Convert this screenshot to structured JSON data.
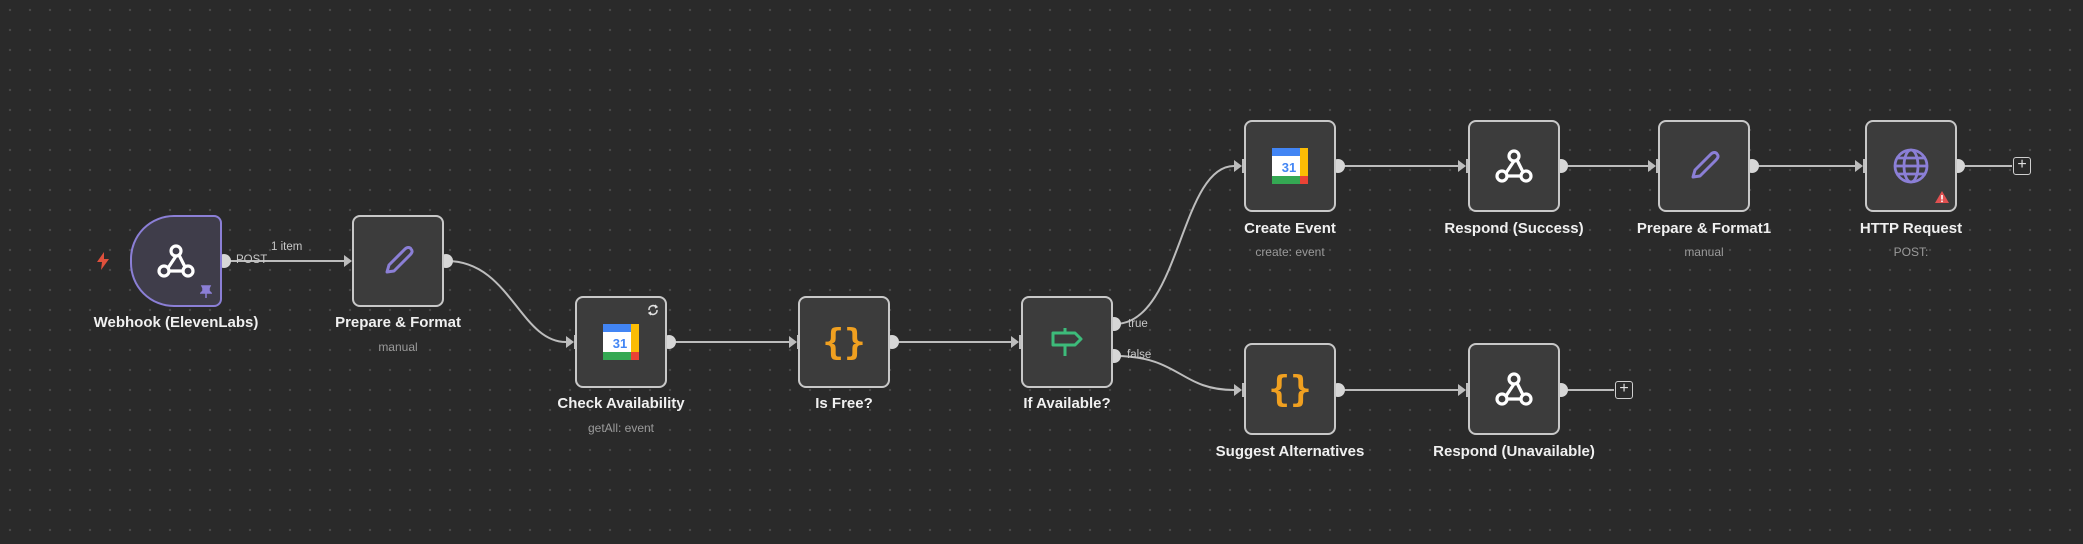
{
  "nodes": {
    "webhook": {
      "title": "Webhook (ElevenLabs)",
      "icon": "webhook-icon"
    },
    "prepare": {
      "title": "Prepare & Format",
      "sub": "manual",
      "icon": "pencil-icon"
    },
    "check": {
      "title": "Check Availability",
      "sub": "getAll: event",
      "icon": "google-calendar-icon",
      "calendar_day": "31"
    },
    "isfree": {
      "title": "Is Free?",
      "icon": "code-braces-icon",
      "glyph": "{}"
    },
    "ifavail": {
      "title": "If Available?",
      "icon": "signpost-icon"
    },
    "create": {
      "title": "Create Event",
      "sub": "create: event",
      "icon": "google-calendar-icon",
      "calendar_day": "31"
    },
    "success": {
      "title": "Respond (Success)",
      "icon": "webhook-icon"
    },
    "prepare1": {
      "title": "Prepare & Format1",
      "sub": "manual",
      "icon": "pencil-icon"
    },
    "http": {
      "title": "HTTP Request",
      "sub": "POST:",
      "icon": "globe-icon"
    },
    "suggest": {
      "title": "Suggest Alternatives",
      "icon": "code-braces-icon",
      "glyph": "{}"
    },
    "unavail": {
      "title": "Respond (Unavailable)",
      "icon": "webhook-icon"
    }
  },
  "edges": {
    "post_label": "POST",
    "items_label": "1 item",
    "true_label": "true",
    "false_label": "false",
    "plus_glyph": "+"
  },
  "colors": {
    "canvas": "#2a2a2a",
    "node_bg": "#3c3c3c",
    "node_border": "#c8c8c8",
    "trigger_border": "#8b7fd6",
    "accent_purple": "#8b7fd6",
    "code_orange": "#f0a020",
    "route_green": "#3dbb7a",
    "warning_red": "#e05050",
    "trigger_bolt": "#e0503c"
  }
}
